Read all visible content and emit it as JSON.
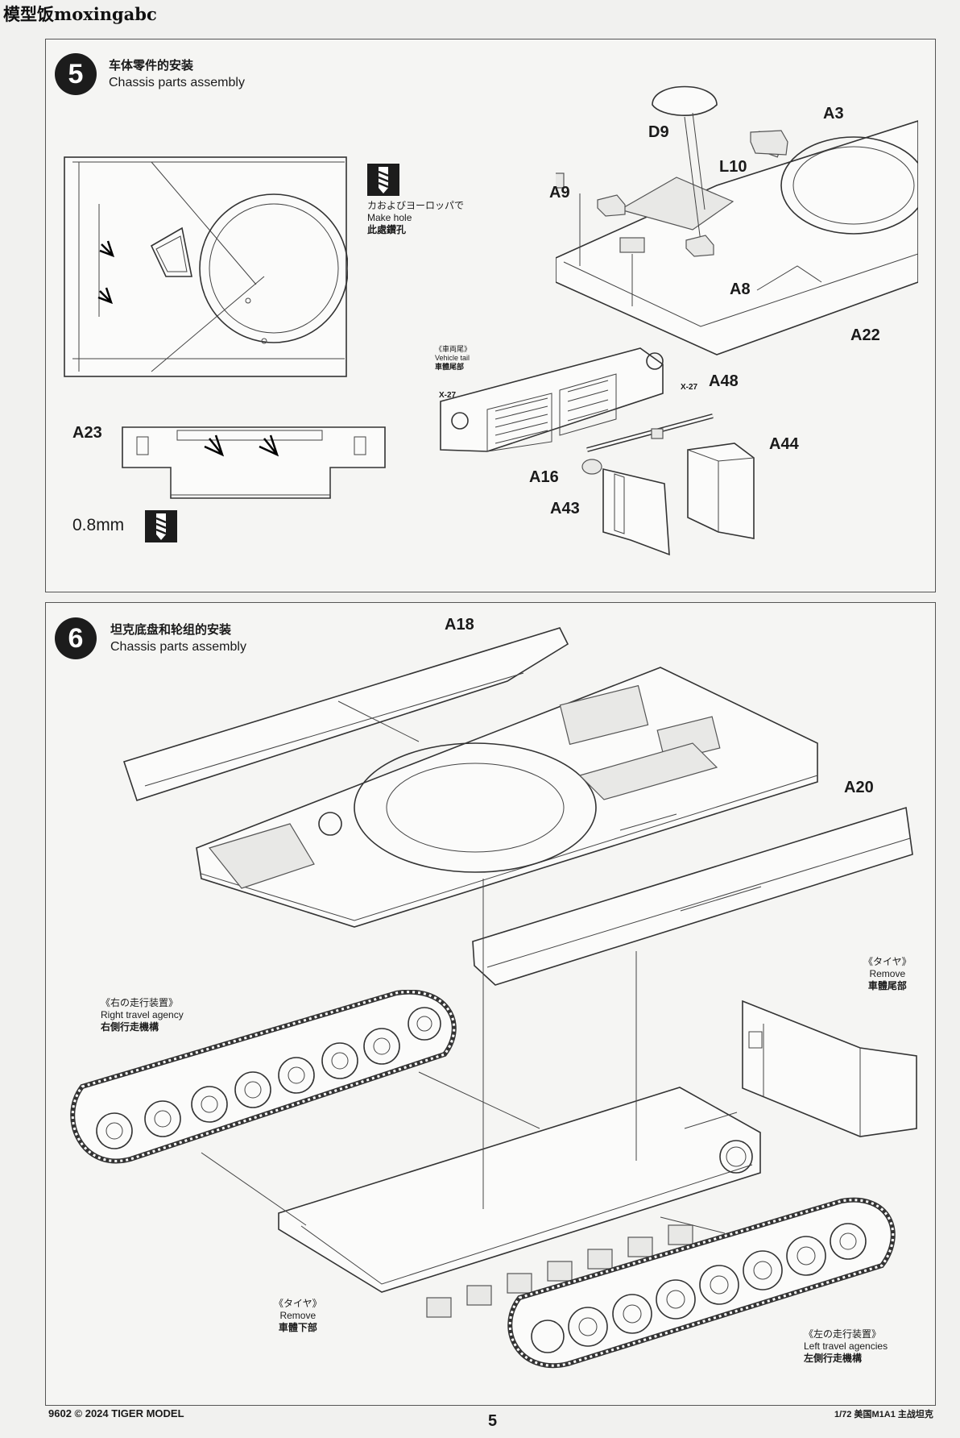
{
  "watermark": "模型饭moxingabc",
  "step5": {
    "number": "5",
    "title_cn": "车体零件的安装",
    "title_en": "Chassis parts assembly",
    "hole_note": {
      "jp": "カおよびヨーロッパで",
      "en": "Make hole",
      "cn": "此處鑽孔"
    },
    "drill_size": "0.8mm",
    "tail_note": {
      "jp": "《車両尾》",
      "en": "Vehicle tail",
      "cn": "車體尾部"
    },
    "parts": [
      "A3",
      "D9",
      "L10",
      "A9",
      "A8",
      "A22",
      "A23",
      "A48",
      "A44",
      "A16",
      "A43"
    ],
    "markers": [
      "X-27",
      "X-27"
    ]
  },
  "step6": {
    "number": "6",
    "title_cn": "坦克底盘和轮组的安装",
    "title_en": "Chassis parts assembly",
    "parts": [
      "A18",
      "A20"
    ],
    "right_travel": {
      "jp": "《右の走行装置》",
      "en": "Right travel agency",
      "cn": "右側行走機構"
    },
    "remove_tail": {
      "jp": "《タイヤ》",
      "en": "Remove",
      "cn": "車體尾部"
    },
    "remove_bottom": {
      "jp": "《タイヤ》",
      "en": "Remove",
      "cn": "車體下部"
    },
    "left_travel": {
      "jp": "《左の走行装置》",
      "en": "Left travel agencies",
      "cn": "左側行走機構"
    }
  },
  "footer": {
    "left": "9602 © 2024 TIGER MODEL",
    "page": "5",
    "right": "1/72 美国M1A1 主战坦克"
  }
}
